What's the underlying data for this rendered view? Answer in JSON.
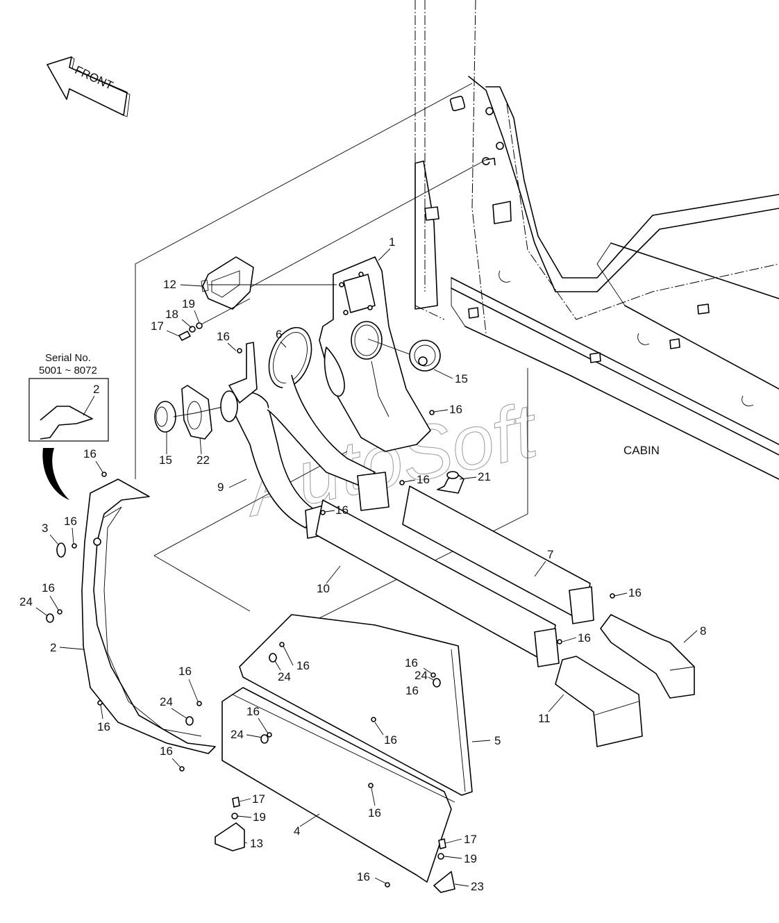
{
  "diagram": {
    "title": "Air duct / interior panel exploded parts view",
    "direction_arrow": {
      "label": "FRONT",
      "icon": "arrow-front-icon"
    },
    "area_label": "CABIN",
    "watermark": "AutoSoft",
    "inset": {
      "caption_line1": "Serial No.",
      "caption_line2": "5001 ~ 8072",
      "part_label": "2"
    },
    "callouts": [
      {
        "id": "c1",
        "label": "1"
      },
      {
        "id": "c2",
        "label": "2"
      },
      {
        "id": "c3",
        "label": "3"
      },
      {
        "id": "c4",
        "label": "4"
      },
      {
        "id": "c5",
        "label": "5"
      },
      {
        "id": "c6",
        "label": "6"
      },
      {
        "id": "c7",
        "label": "7"
      },
      {
        "id": "c8",
        "label": "8"
      },
      {
        "id": "c9",
        "label": "9"
      },
      {
        "id": "c10",
        "label": "10"
      },
      {
        "id": "c11",
        "label": "11"
      },
      {
        "id": "c12",
        "label": "12"
      },
      {
        "id": "c13",
        "label": "13"
      },
      {
        "id": "c15a",
        "label": "15"
      },
      {
        "id": "c15b",
        "label": "15"
      },
      {
        "id": "c16a",
        "label": "16"
      },
      {
        "id": "c16b",
        "label": "16"
      },
      {
        "id": "c16c",
        "label": "16"
      },
      {
        "id": "c16d",
        "label": "16"
      },
      {
        "id": "c16e",
        "label": "16"
      },
      {
        "id": "c16f",
        "label": "16"
      },
      {
        "id": "c16g",
        "label": "16"
      },
      {
        "id": "c16h",
        "label": "16"
      },
      {
        "id": "c16i",
        "label": "16"
      },
      {
        "id": "c16j",
        "label": "16"
      },
      {
        "id": "c16k",
        "label": "16"
      },
      {
        "id": "c16l",
        "label": "16"
      },
      {
        "id": "c16m",
        "label": "16"
      },
      {
        "id": "c16n",
        "label": "16"
      },
      {
        "id": "c16o",
        "label": "16"
      },
      {
        "id": "c16p",
        "label": "16"
      },
      {
        "id": "c16q",
        "label": "16"
      },
      {
        "id": "c16r",
        "label": "16"
      },
      {
        "id": "c16s",
        "label": "16"
      },
      {
        "id": "c17a",
        "label": "17"
      },
      {
        "id": "c17b",
        "label": "17"
      },
      {
        "id": "c17c",
        "label": "17"
      },
      {
        "id": "c18",
        "label": "18"
      },
      {
        "id": "c19a",
        "label": "19"
      },
      {
        "id": "c19b",
        "label": "19"
      },
      {
        "id": "c19c",
        "label": "19"
      },
      {
        "id": "c21",
        "label": "21"
      },
      {
        "id": "c22",
        "label": "22"
      },
      {
        "id": "c23",
        "label": "23"
      },
      {
        "id": "c24a",
        "label": "24"
      },
      {
        "id": "c24b",
        "label": "24"
      },
      {
        "id": "c24c",
        "label": "24"
      },
      {
        "id": "c24d",
        "label": "24"
      },
      {
        "id": "c24e",
        "label": "24"
      }
    ]
  }
}
